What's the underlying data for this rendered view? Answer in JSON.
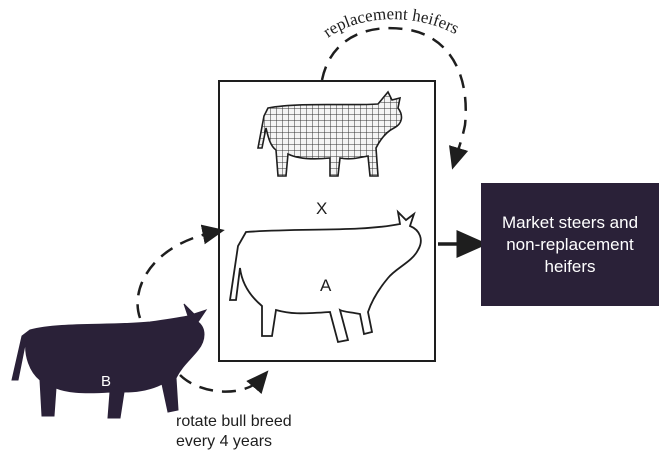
{
  "labels": {
    "x": "X",
    "a": "A",
    "b": "B"
  },
  "market_box": {
    "text": "Market steers and non-replacement heifers",
    "color": "#2a2138"
  },
  "arc_label": "replacement heifers",
  "rotate_label": {
    "line1": "rotate bull breed",
    "line2": "every 4 years"
  }
}
